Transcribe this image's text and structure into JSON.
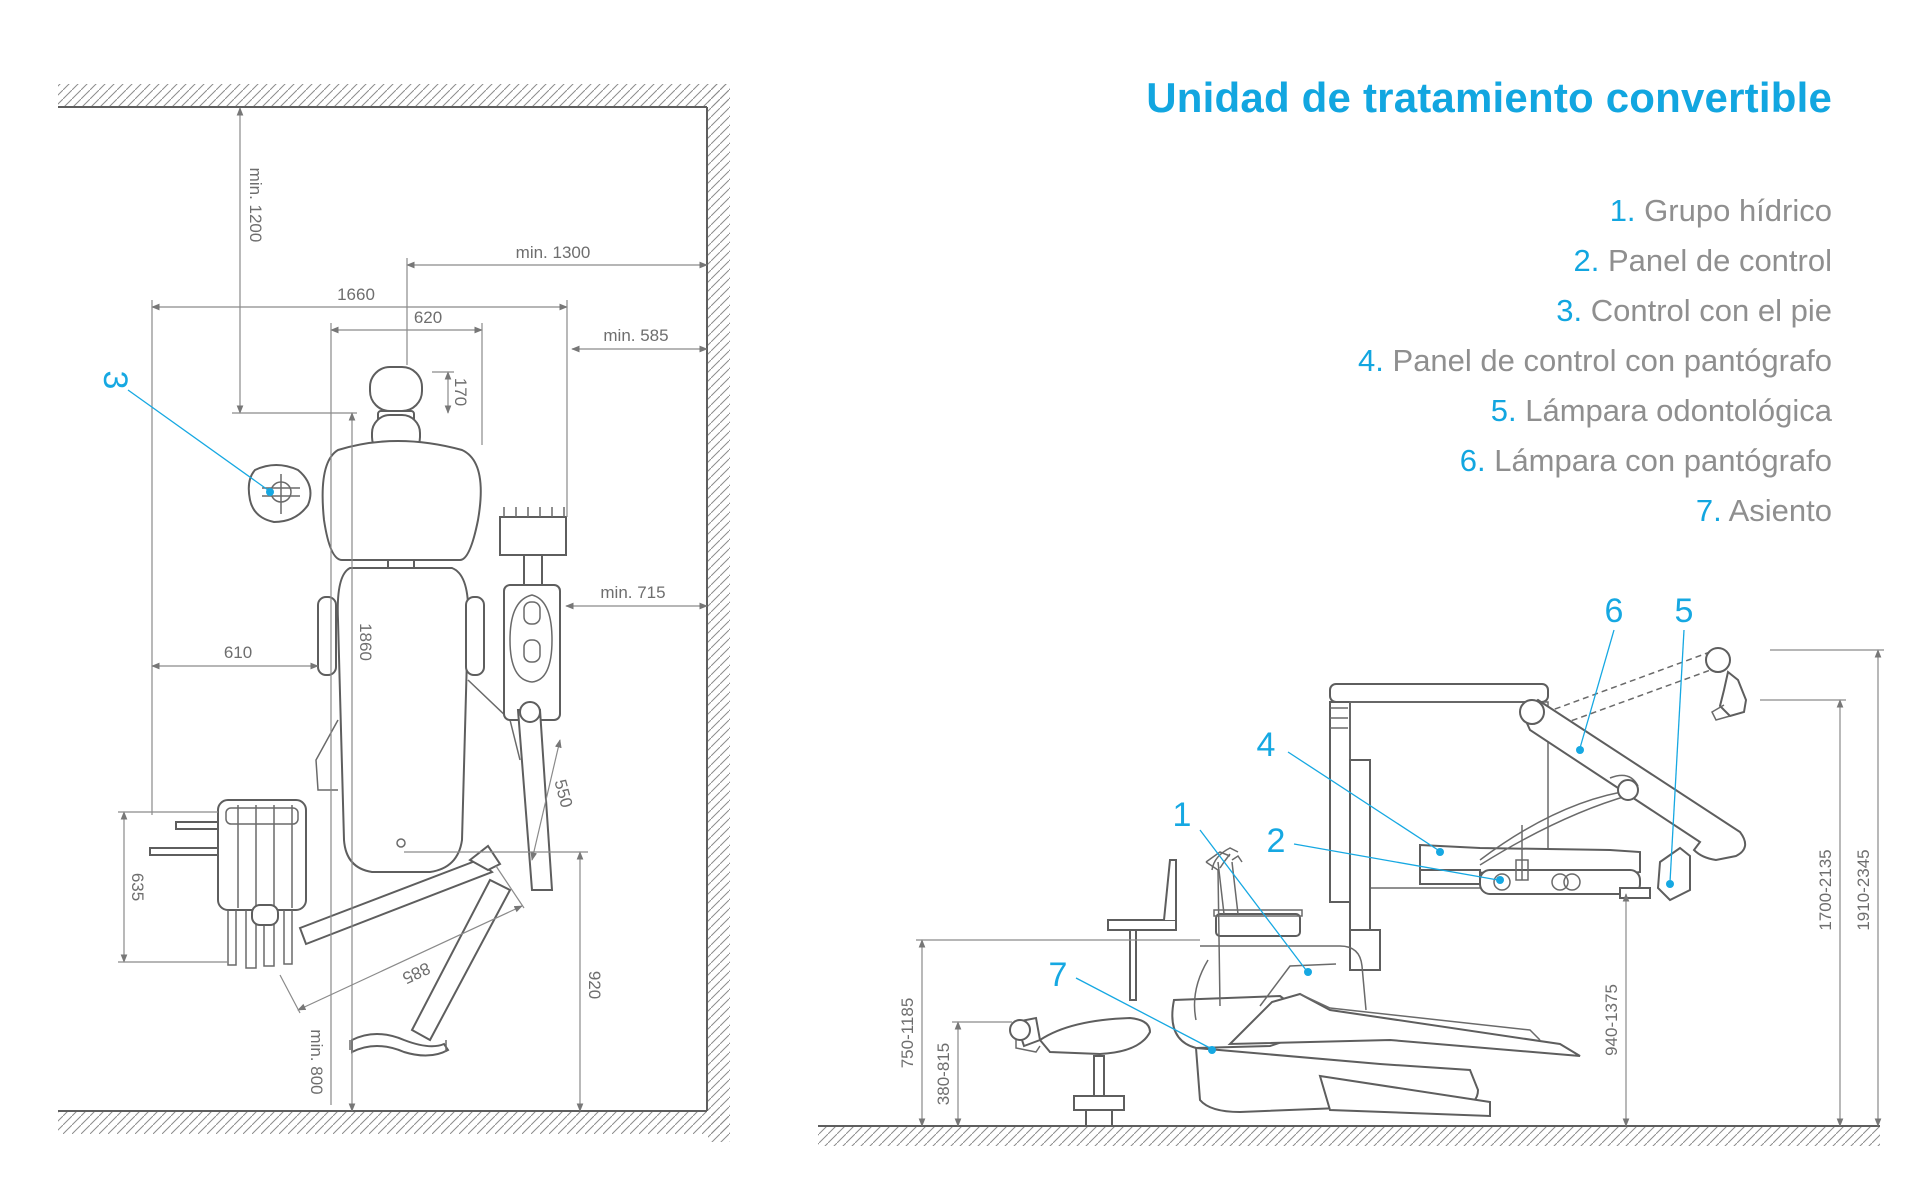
{
  "title": "Unidad de tratamiento convertible",
  "legend": [
    {
      "num": "1.",
      "label": "Grupo hídrico"
    },
    {
      "num": "2.",
      "label": "Panel de control"
    },
    {
      "num": "3.",
      "label": "Control con el pie"
    },
    {
      "num": "4.",
      "label": "Panel de control con pantógrafo"
    },
    {
      "num": "5.",
      "label": "Lámpara odontológica"
    },
    {
      "num": "6.",
      "label": "Lámpara con pantógrafo"
    },
    {
      "num": "7.",
      "label": "Asiento"
    }
  ],
  "plan_dimensions": {
    "min_1200": "min. 1200",
    "min_1300": "min. 1300",
    "d1660": "1660",
    "d620": "620",
    "min_585": "min. 585",
    "d170": "170",
    "min_715": "min. 715",
    "d610": "610",
    "d1860": "1860",
    "d550": "550",
    "d635": "635",
    "d885": "885",
    "d920": "920",
    "min_800": "min. 800"
  },
  "side_dimensions": {
    "d750_1185": "750-1185",
    "d380_815": "380-815",
    "d940_1375": "940-1375",
    "d1700_2135": "1700-2135",
    "d1910_2345": "1910-2345"
  },
  "callouts": {
    "c1": "1",
    "c2": "2",
    "c3": "3",
    "c4": "4",
    "c5": "5",
    "c6": "6",
    "c7": "7"
  },
  "colors": {
    "accent": "#12a6e0",
    "legend_text": "#8f8f8f",
    "line": "#5e5e5e"
  }
}
